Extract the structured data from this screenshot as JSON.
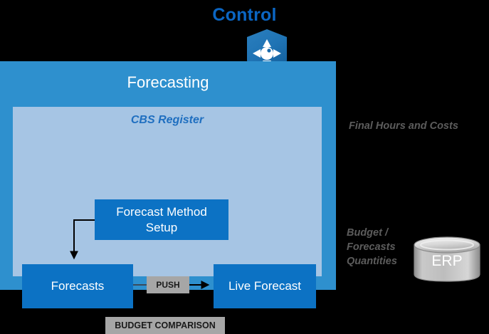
{
  "diagram": {
    "background_color": "#000000",
    "title_badge": {
      "label": "Control",
      "label_color": "#0B66C3",
      "icon": "dpad-control-icon",
      "badge_color": "#1F6FB2"
    },
    "outer_panel": {
      "title": "Forecasting",
      "color": "#2E90CE",
      "text_color": "#FFFFFF"
    },
    "inner_panel": {
      "title": "CBS Register",
      "color": "#A6C5E4",
      "text_color": "#1F6FC0"
    },
    "boxes": [
      {
        "id": "forecast-method-setup",
        "label": "Forecast Method Setup",
        "color": "#0C72C4",
        "text_color": "#FFFFFF"
      },
      {
        "id": "forecasts",
        "label": "Forecasts",
        "color": "#0C72C4",
        "text_color": "#FFFFFF"
      },
      {
        "id": "live-forecast",
        "label": "Live Forecast",
        "color": "#0C72C4",
        "text_color": "#FFFFFF"
      }
    ],
    "connector_labels": [
      {
        "id": "push",
        "label": "PUSH",
        "color": "#A6A6A6",
        "text_color": "#1A1A1A"
      },
      {
        "id": "budget-comparison",
        "label": "BUDGET COMPARISON",
        "color": "#A6A6A6",
        "text_color": "#1A1A1A"
      }
    ],
    "annotations": [
      {
        "id": "final-hours-and-costs",
        "label": "Final Hours and Costs",
        "color": "#5C5C5C"
      },
      {
        "id": "budget-forecasts-quantities",
        "line1": "Budget /",
        "line2": "Forecasts",
        "line3": "Quantities",
        "color": "#5C5C5C"
      }
    ],
    "external_system": {
      "id": "erp",
      "label": "ERP",
      "icon": "database-cylinder-icon",
      "color": "#BFBFBF",
      "text_color": "#FFFFFF"
    }
  }
}
